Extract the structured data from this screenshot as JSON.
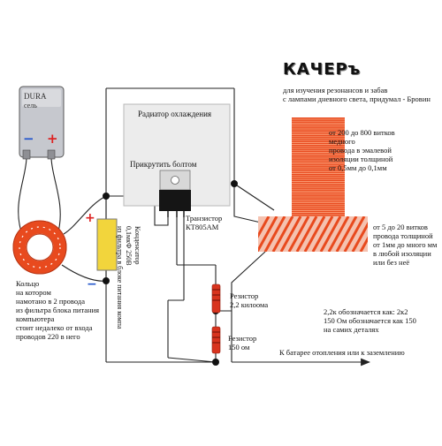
{
  "title": "КАЧЕРъ",
  "subtitle": "для изучения резонансов и забав\nс лампами дневного света, придумал - Бровин",
  "battery": {
    "brand": "DURA",
    "type": "сель",
    "minus": "−",
    "plus": "+"
  },
  "radiator": {
    "label": "Радиатор охлаждения",
    "bolt_label": "Прикрутить болтом"
  },
  "transistor": {
    "label": "Транзистор\nКТ805АМ"
  },
  "capacitor": {
    "label": "Конденсатор\n0,1мкФ 250В\nиз фильтра в блоке питания компа",
    "plus": "+",
    "minus": "−"
  },
  "toroid": {
    "label": "Кольцо\nна котором\nнамотано в 2 провода\nиз фильтра блока питания\nкомпьютера\nстоит недалеко от входа\nпроводов 220 в него"
  },
  "secondary_coil": {
    "label": "от 200 до 800 витков\nмедного\nпровода в эмалевой\nизоляции толщиной\nот 0,5мм до 0,1мм"
  },
  "primary_coil": {
    "label": "от 5 до 20 витков\nпровода толщиной\nот 1мм до много мм\nв любой изоляции\nили без неё"
  },
  "resistor1": {
    "label": "Резистор\n2,2 килоома"
  },
  "resistor2": {
    "label": "Резистор\n150 ом"
  },
  "note": "2,2к обозначается как: 2к2\n150 Ом обозначается как 150\nна самих деталях",
  "ground": "К батарее отопления или к заземлению",
  "colors": {
    "wire": "#222222",
    "coil": "#e84a1e",
    "resistor": "#d8341e",
    "capacitor": "#f2d53c",
    "radiator": "#ececec",
    "battery": "#c6c8ce",
    "red_terminal": "#dd2222",
    "blue_terminal": "#2255cc"
  }
}
